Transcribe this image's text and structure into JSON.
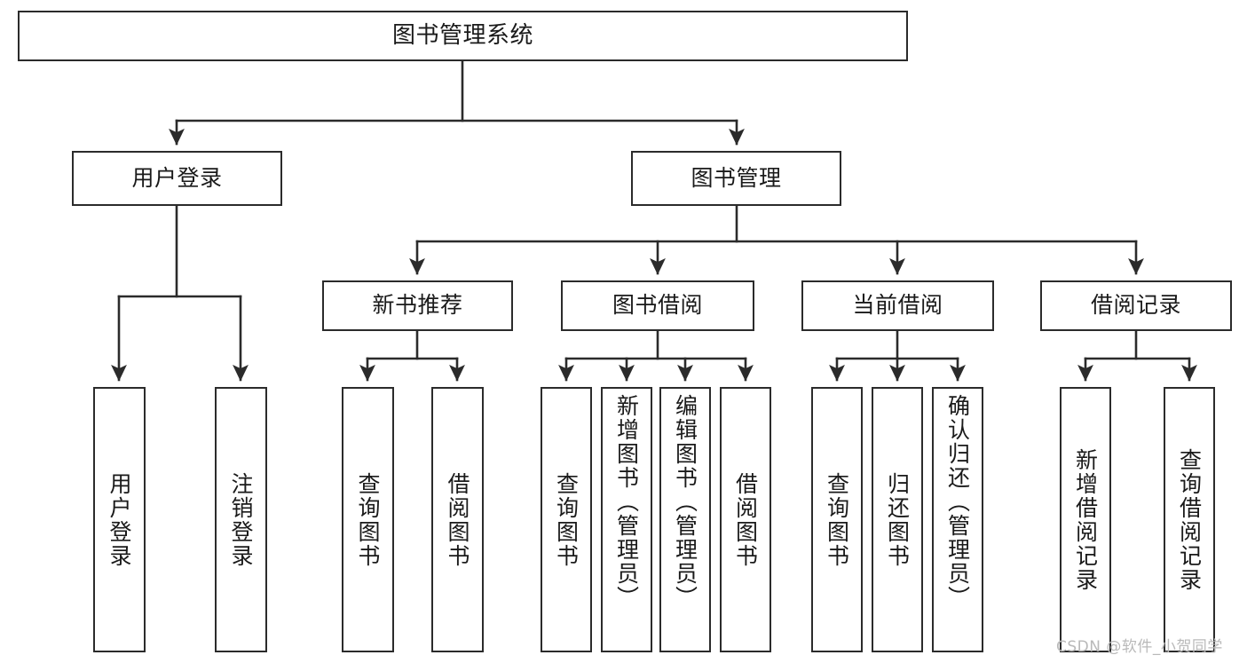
{
  "diagram": {
    "type": "tree-hierarchy-chart",
    "title": "图书管理系统",
    "root": {
      "label": "图书管理系统"
    },
    "level2": [
      {
        "label": "用户登录"
      },
      {
        "label": "图书管理"
      }
    ],
    "level3": [
      {
        "label": "新书推荐"
      },
      {
        "label": "图书借阅"
      },
      {
        "label": "当前借阅"
      },
      {
        "label": "借阅记录"
      }
    ],
    "leaves_user_login": [
      {
        "label": "用户登录"
      },
      {
        "label": "注销登录"
      }
    ],
    "leaves_new_book": [
      {
        "label": "查询图书"
      },
      {
        "label": "借阅图书"
      }
    ],
    "leaves_borrow": [
      {
        "label": "查询图书"
      },
      {
        "label": "新增图书（管理员）"
      },
      {
        "label": "编辑图书（管理员）"
      },
      {
        "label": "借阅图书"
      }
    ],
    "leaves_current": [
      {
        "label": "查询图书"
      },
      {
        "label": "归还图书"
      },
      {
        "label": "确认归还（管理员）"
      }
    ],
    "leaves_record": [
      {
        "label": "新增借阅记录"
      },
      {
        "label": "查询借阅记录"
      }
    ]
  },
  "watermark": {
    "text": "CSDN @软件_小贺同学"
  },
  "colors": {
    "box_border": "#2b2b2b",
    "box_fill": "#ffffff",
    "line": "#2b2b2b",
    "text": "#1a1a1a",
    "watermark": "#b9b9b9",
    "background": "#ffffff"
  }
}
